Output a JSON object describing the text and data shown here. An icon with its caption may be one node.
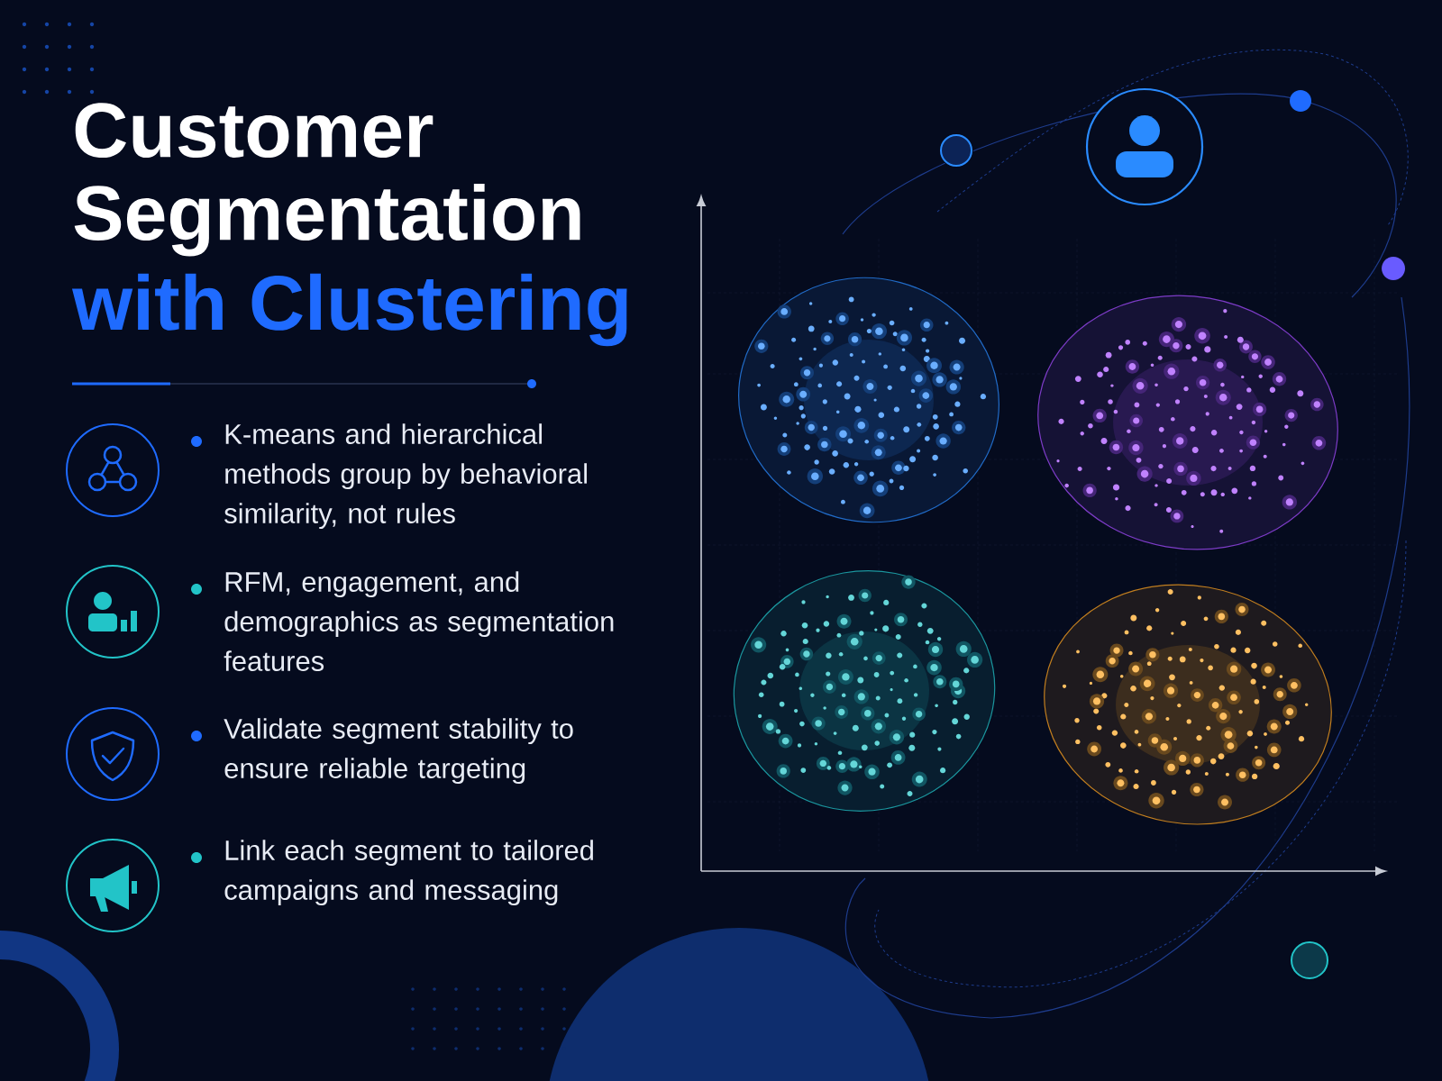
{
  "diagram": {
    "title": "Customer Segmentation",
    "labels": [
      "with Clustering",
      "K-means and hierarchical methods group by behavioral similarity, not rules",
      "RFM, engagement, and demographics as segmentation features",
      "Validate segment stability to ensure reliable targeting",
      "Link each segment to tailored campaigns and messaging"
    ]
  }
}
